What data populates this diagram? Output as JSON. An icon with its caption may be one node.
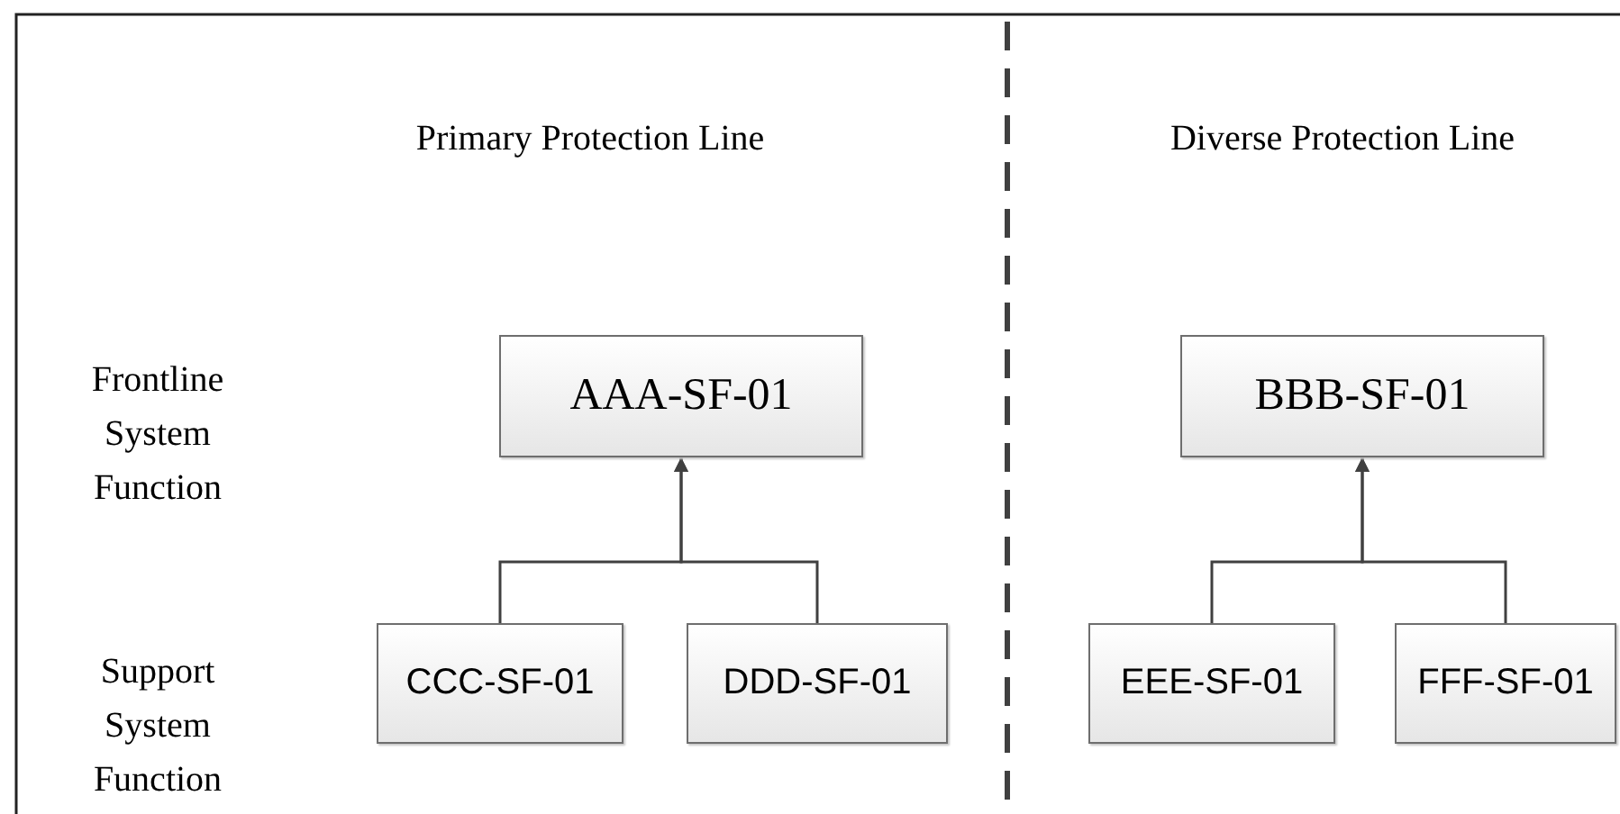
{
  "diagram": {
    "nodes": [
      {
        "text": [
          "AAA-SF-01"
        ]
      },
      {
        "text": [
          "BBB-SF-01"
        ]
      },
      {
        "text": [
          "CCC-SF-01"
        ]
      },
      {
        "text": [
          "DDD-SF-01"
        ]
      },
      {
        "text": [
          "EEE-SF-01"
        ]
      },
      {
        "text": [
          "FFF-SF-01"
        ]
      }
    ],
    "edges": [
      {
        "from": 2,
        "to": 0,
        "arrow": "to"
      },
      {
        "from": 3,
        "to": 0,
        "arrow": "to"
      },
      {
        "from": 4,
        "to": 1,
        "arrow": "to"
      },
      {
        "from": 5,
        "to": 1,
        "arrow": "to"
      }
    ],
    "labels": [
      "Primary Protection Line",
      "Diverse Protection Line",
      "Frontline System Function",
      "Support System Function"
    ]
  }
}
